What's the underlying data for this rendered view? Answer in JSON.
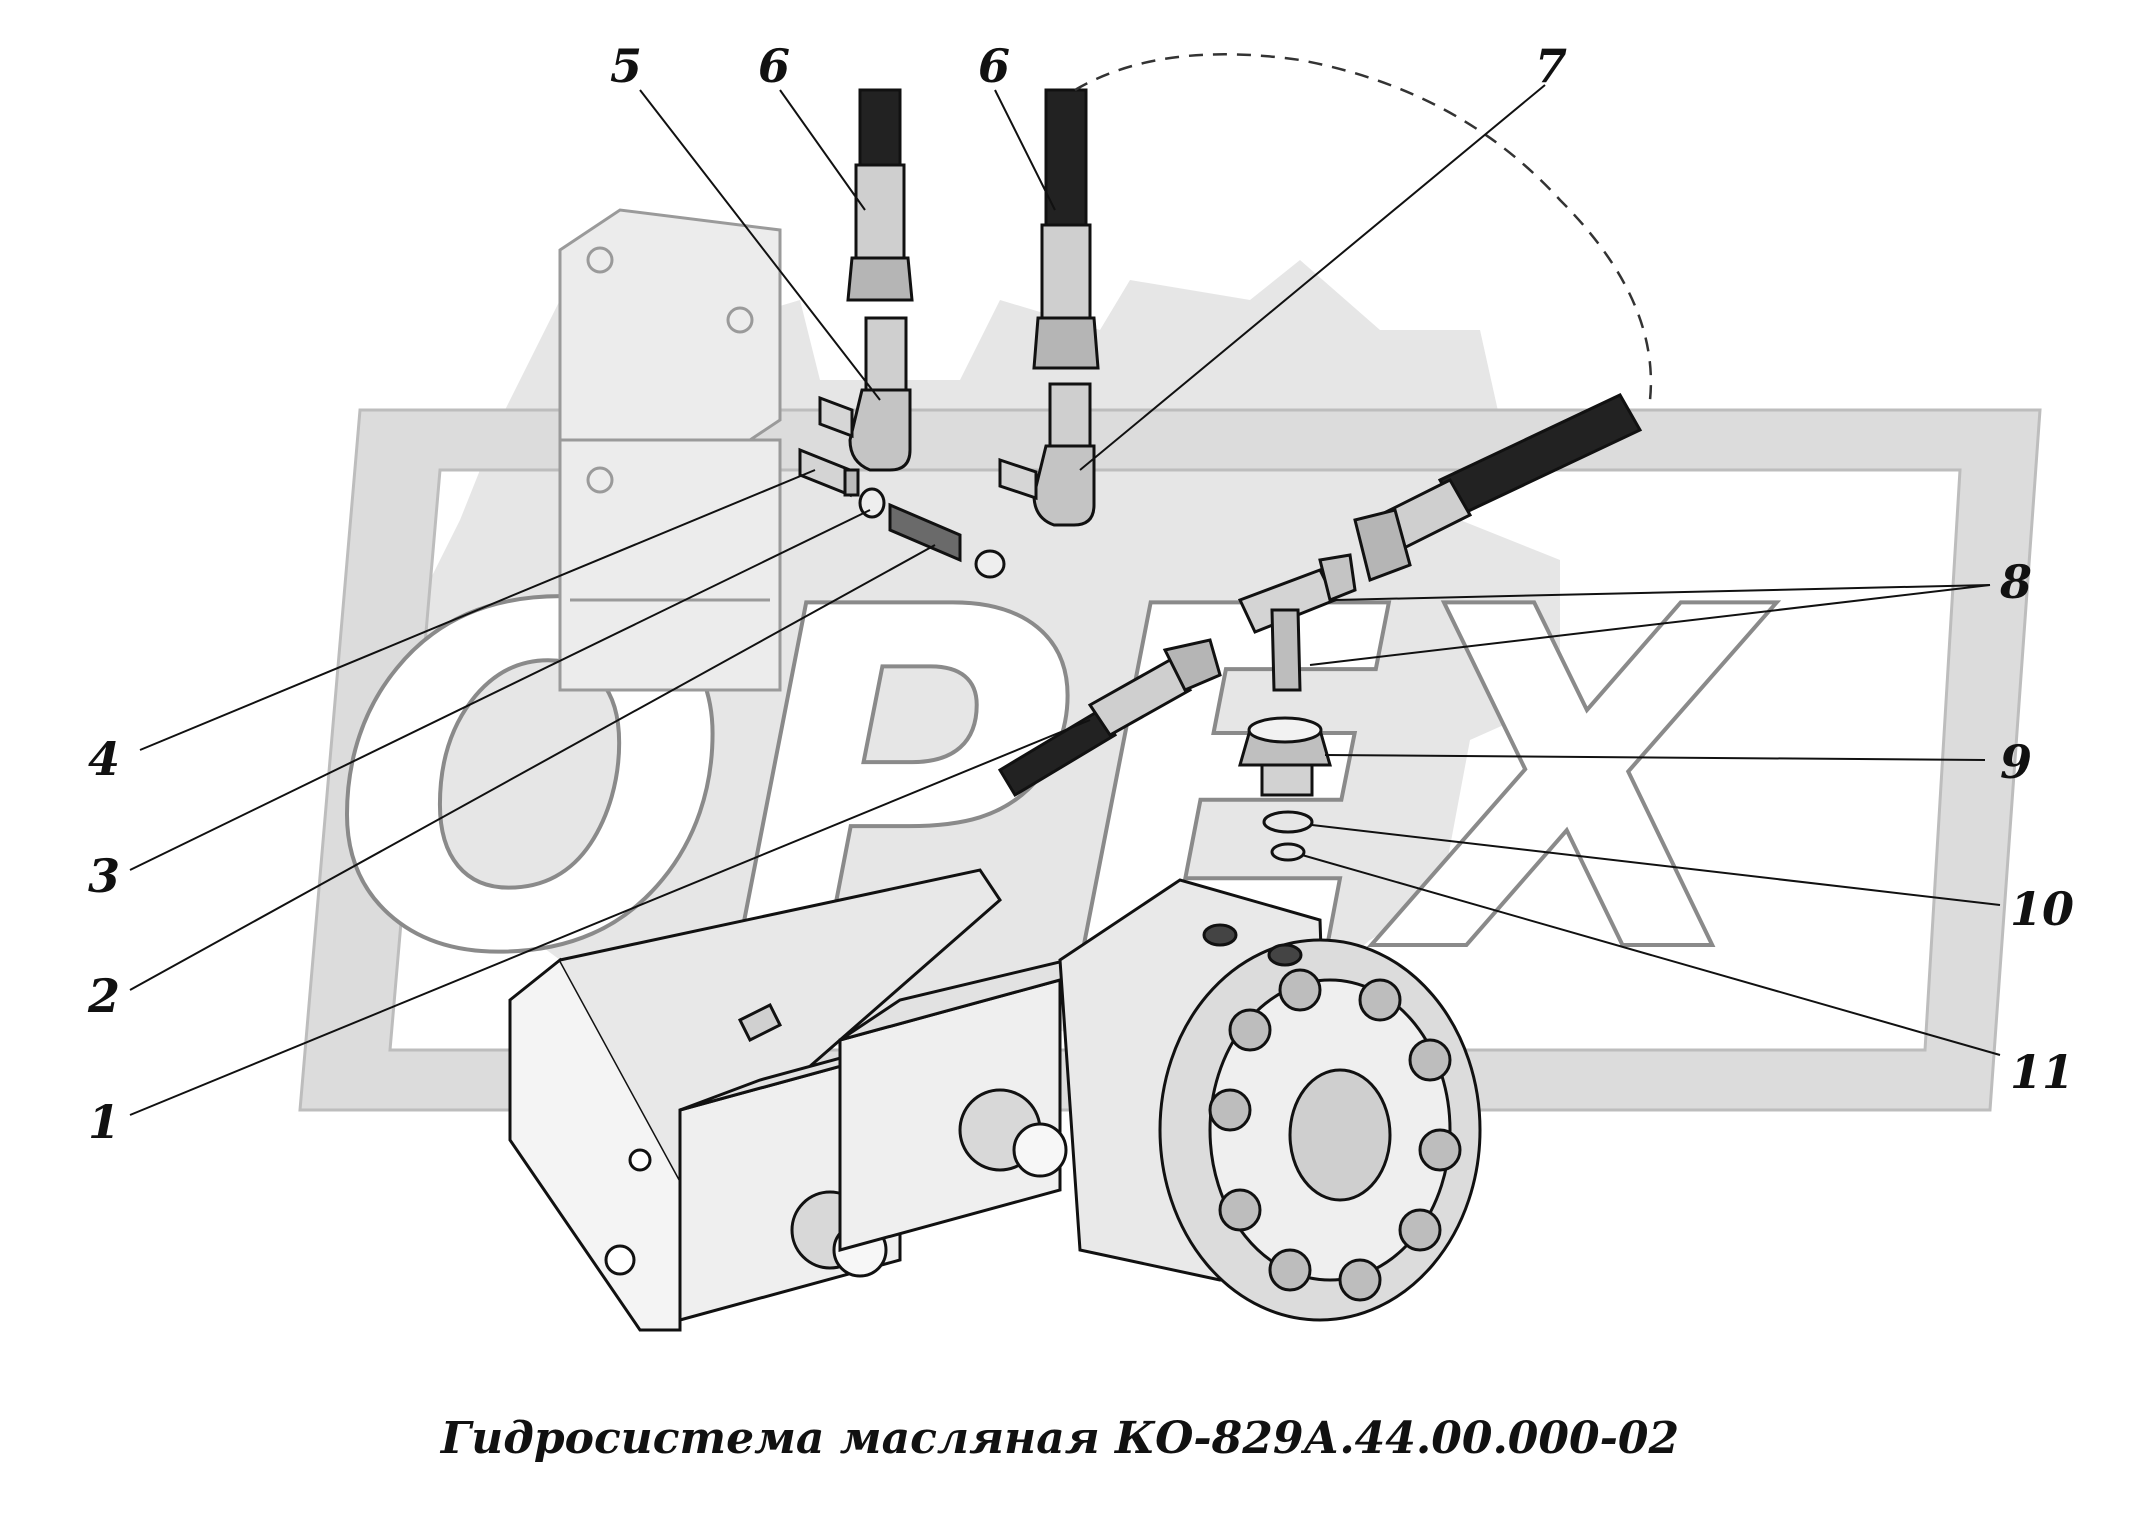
{
  "diagram": {
    "caption": "Гидросистема масляная КО-829А.44.00.000-02",
    "watermark": "ОРЕХ",
    "callouts": {
      "c1": "1",
      "c2": "2",
      "c3": "3",
      "c4": "4",
      "c5": "5",
      "c6a": "6",
      "c6b": "6",
      "c7": "7",
      "c8": "8",
      "c9": "9",
      "c10": "10",
      "c11": "11"
    },
    "colors": {
      "watermark_band": "#e3e3e3",
      "line": "#111111"
    }
  }
}
